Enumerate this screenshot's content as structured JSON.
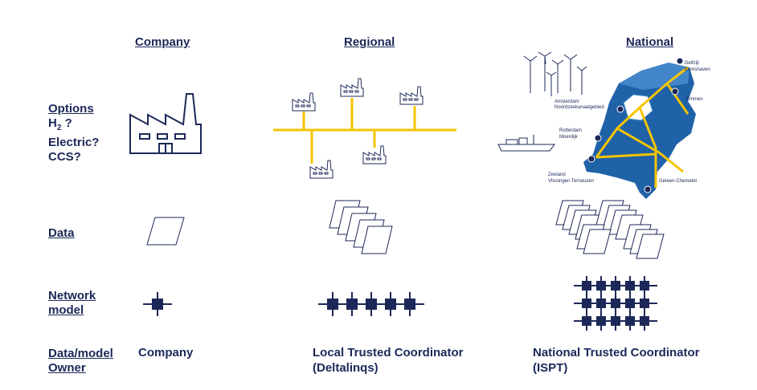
{
  "columns": {
    "company": "Company",
    "regional": "Regional",
    "national": "National"
  },
  "rows": {
    "options": {
      "title": "Options",
      "h2_base": "H",
      "h2_sub": "2",
      "h2_suffix": " ?",
      "electric": "Electric?",
      "ccs": "CCS?"
    },
    "data": "Data",
    "network_model": {
      "line1": "Network",
      "line2": "model"
    },
    "owner": {
      "line1": "Data/model",
      "line2": "Owner"
    }
  },
  "owners": {
    "company": "Company",
    "regional": {
      "line1": "Local Trusted Coordinator",
      "line2": "(Deltalinqs)"
    },
    "national": {
      "line1": "National Trusted Coordinator",
      "line2": "(ISPT)"
    }
  },
  "map_labels": {
    "delfzijl": "Delfzijl",
    "eemshaven": "Eemshaven",
    "emmen": "Emmen",
    "amsterdam": "Amsterdam",
    "noordzeekanaal": "Noordzeekanaalgebied",
    "rotterdam": "Rotterdam",
    "moerdijk": "Moerdijk",
    "zeeland": "Zeeland",
    "vlissingen": "Vlissingen Terneuzen",
    "geleen": "Geleen-Chemelot"
  },
  "colors": {
    "navy": "#1c2858",
    "pipeline": "#f5c400",
    "map_blue": "#1f62a8",
    "map_light": "#4b8fd0"
  }
}
